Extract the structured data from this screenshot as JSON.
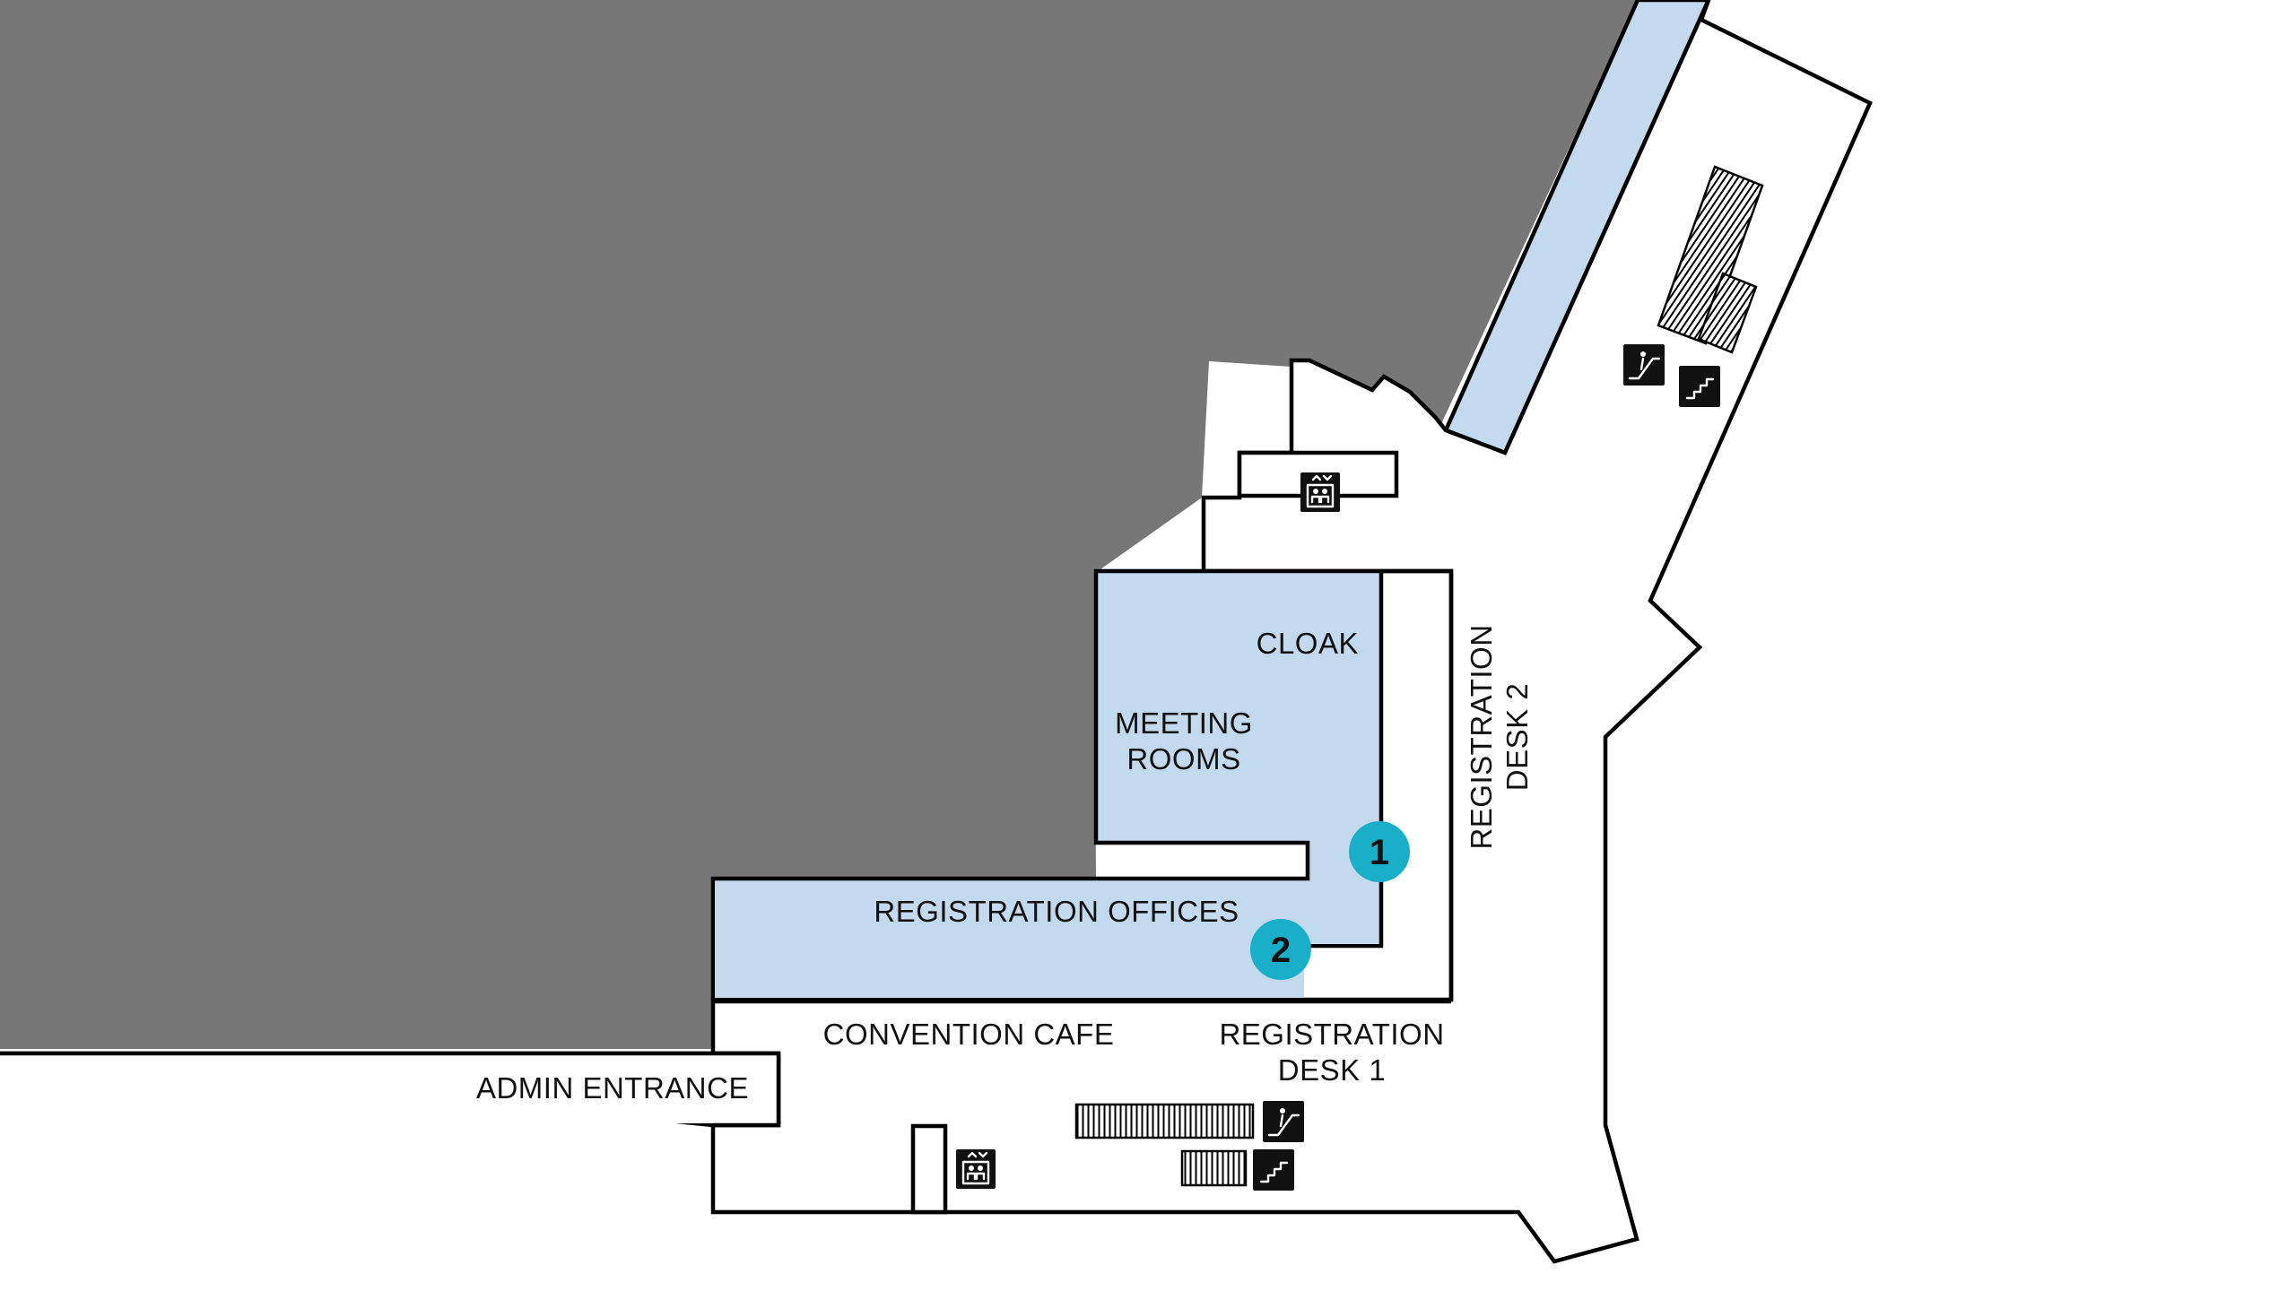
{
  "colors": {
    "background": "#ffffff",
    "exterior_block": "#777777",
    "highlight_room": "#c2d9ee",
    "marker": "#1aafc9",
    "wall": "#000000",
    "icon": "#111111"
  },
  "rooms": {
    "cloak": "CLOAK",
    "meeting_rooms": [
      "MEETING",
      "ROOMS"
    ],
    "registration_offices": "REGISTRATION OFFICES",
    "registration_desk_2": [
      "REGISTRATION",
      "DESK 2"
    ],
    "convention_cafe": "CONVENTION CAFE",
    "registration_desk_1": [
      "REGISTRATION",
      "DESK 1"
    ],
    "admin_entrance": "ADMIN ENTRANCE"
  },
  "markers": [
    "1",
    "2"
  ],
  "icons": [
    "escalator-icon",
    "stairs-icon",
    "elevator-icon"
  ]
}
